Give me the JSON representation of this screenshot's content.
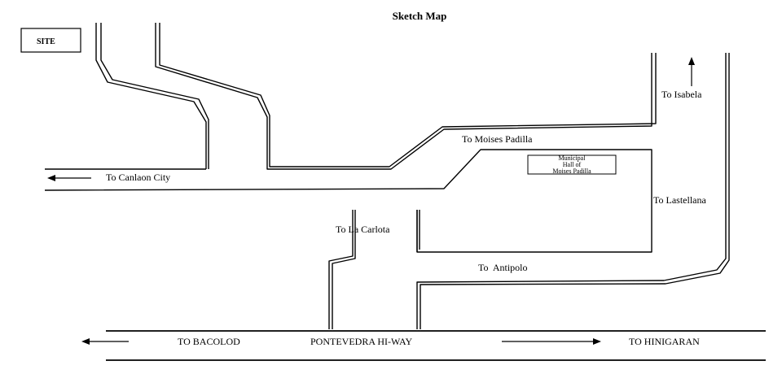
{
  "map": {
    "title": "Sketch Map",
    "site_label": "SITE",
    "municipal_hall": [
      "Municipal",
      "Hall of",
      "Moises Padilla"
    ],
    "roads": {
      "to_isabela": "To Isabela",
      "to_moises_padilla": "To Moises Padilla",
      "to_canlaon_city": "To Canlaon City",
      "to_lastellana": "To Lastellana",
      "to_la_carlota": "To La Carlota",
      "to_antipolo": "To  Antipolo"
    },
    "highway": {
      "to_bacolod": "TO BACOLOD",
      "name": "PONTEVEDRA HI-WAY",
      "to_hinigaran": "TO HINIGARAN"
    },
    "colors": {
      "ink": "#000000",
      "background": "#ffffff"
    }
  }
}
